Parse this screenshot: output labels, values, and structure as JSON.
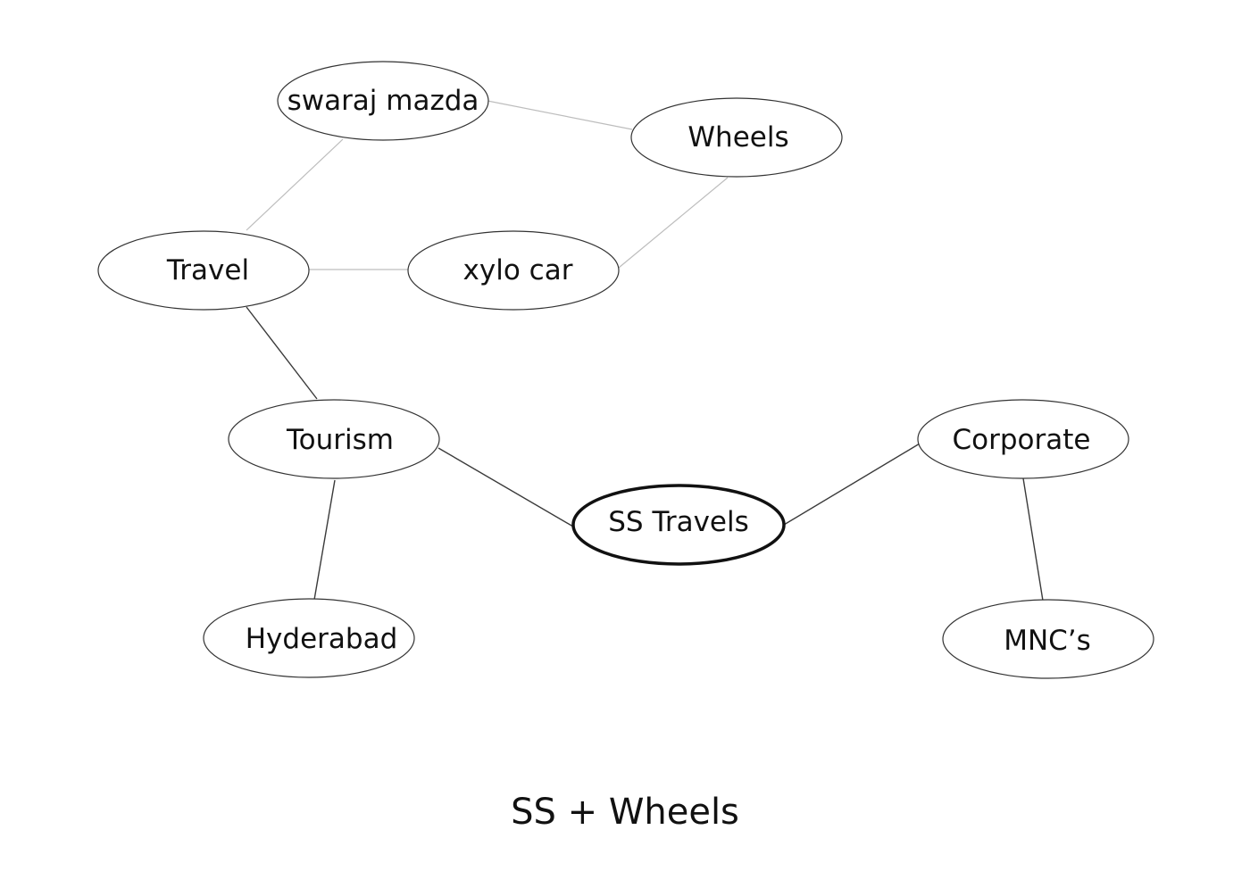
{
  "diagram": {
    "center_node": "SS Travels",
    "nodes": {
      "swaraj_mazda": "swaraj mazda",
      "wheels": "Wheels",
      "travel": "Travel",
      "xylo_car": "xylo car",
      "tourism": "Tourism",
      "corporate": "Corporate",
      "ss_travels": "SS Travels",
      "hyderabad": "Hyderabad",
      "mncs": "MNC’s"
    },
    "edges": [
      {
        "from": "swaraj_mazda",
        "to": "wheels",
        "style": "light"
      },
      {
        "from": "swaraj_mazda",
        "to": "travel",
        "style": "light"
      },
      {
        "from": "travel",
        "to": "xylo_car",
        "style": "light"
      },
      {
        "from": "xylo_car",
        "to": "wheels",
        "style": "light"
      },
      {
        "from": "travel",
        "to": "tourism",
        "style": "dark"
      },
      {
        "from": "tourism",
        "to": "ss_travels",
        "style": "dark"
      },
      {
        "from": "corporate",
        "to": "ss_travels",
        "style": "dark"
      },
      {
        "from": "tourism",
        "to": "hyderabad",
        "style": "dark"
      },
      {
        "from": "corporate",
        "to": "mncs",
        "style": "dark"
      }
    ],
    "colors": {
      "node_stroke": "#333333",
      "light_edge": "#bdbdbd",
      "dark_edge": "#3a3a3a",
      "text": "#111111"
    }
  },
  "caption": "SS + Wheels"
}
